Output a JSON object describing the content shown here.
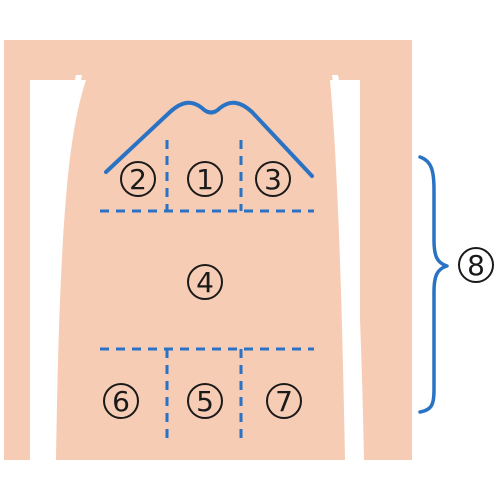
{
  "regions": [
    {
      "id": "region-1",
      "label": "1"
    },
    {
      "id": "region-2",
      "label": "2"
    },
    {
      "id": "region-3",
      "label": "3"
    },
    {
      "id": "region-4",
      "label": "4"
    },
    {
      "id": "region-5",
      "label": "5"
    },
    {
      "id": "region-6",
      "label": "6"
    },
    {
      "id": "region-7",
      "label": "7"
    }
  ],
  "bracket": {
    "label": "8"
  },
  "colors": {
    "skin": "#F7CCB4",
    "line": "#2A73C4",
    "text": "#1A1A1A",
    "background": "#FFFFFF"
  }
}
